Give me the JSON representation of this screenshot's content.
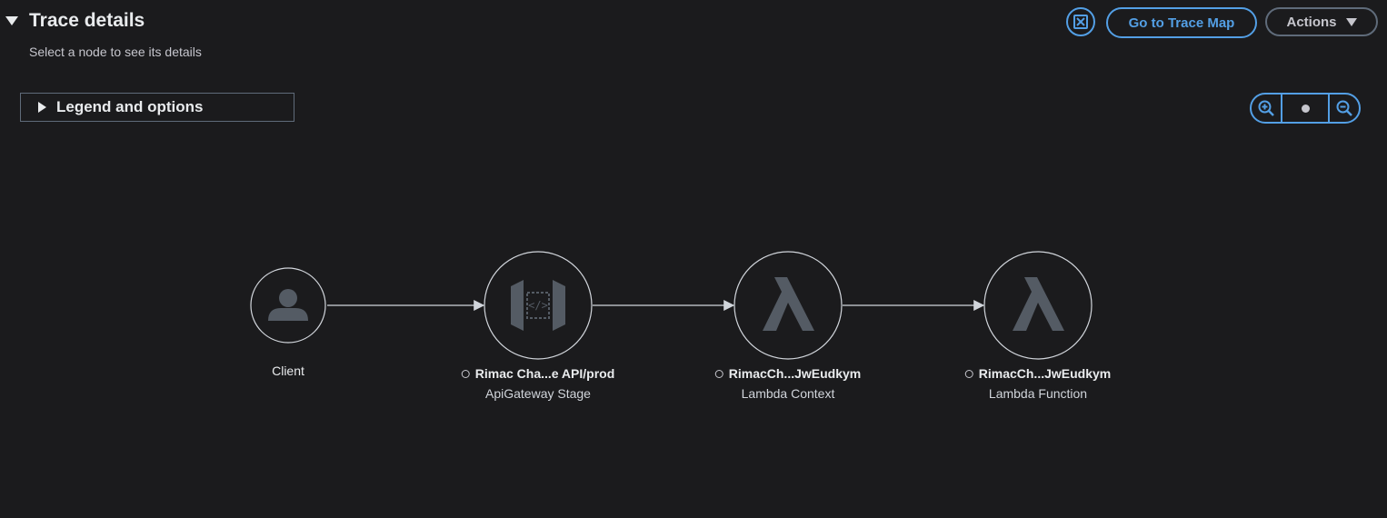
{
  "header": {
    "title": "Trace details",
    "subtitle": "Select a node to see its details",
    "go_to_trace_map_label": "Go to Trace Map",
    "actions_label": "Actions",
    "fullscreen_icon": "expand-icon"
  },
  "legend": {
    "label": "Legend and options"
  },
  "zoom": {
    "in_icon": "zoom-in-icon",
    "out_icon": "zoom-out-icon"
  },
  "nodes": [
    {
      "name": "Client",
      "type": "",
      "icon": "user-icon"
    },
    {
      "name": "Rimac Cha...e API/prod",
      "type": "ApiGateway Stage",
      "icon": "api-gateway-icon"
    },
    {
      "name": "RimacCh...JwEudkym",
      "type": "Lambda Context",
      "icon": "lambda-icon"
    },
    {
      "name": "RimacCh...JwEudkym",
      "type": "Lambda Function",
      "icon": "lambda-icon"
    }
  ],
  "colors": {
    "accent": "#539fe5",
    "background": "#1b1b1d",
    "node_icon": "#545b64"
  }
}
